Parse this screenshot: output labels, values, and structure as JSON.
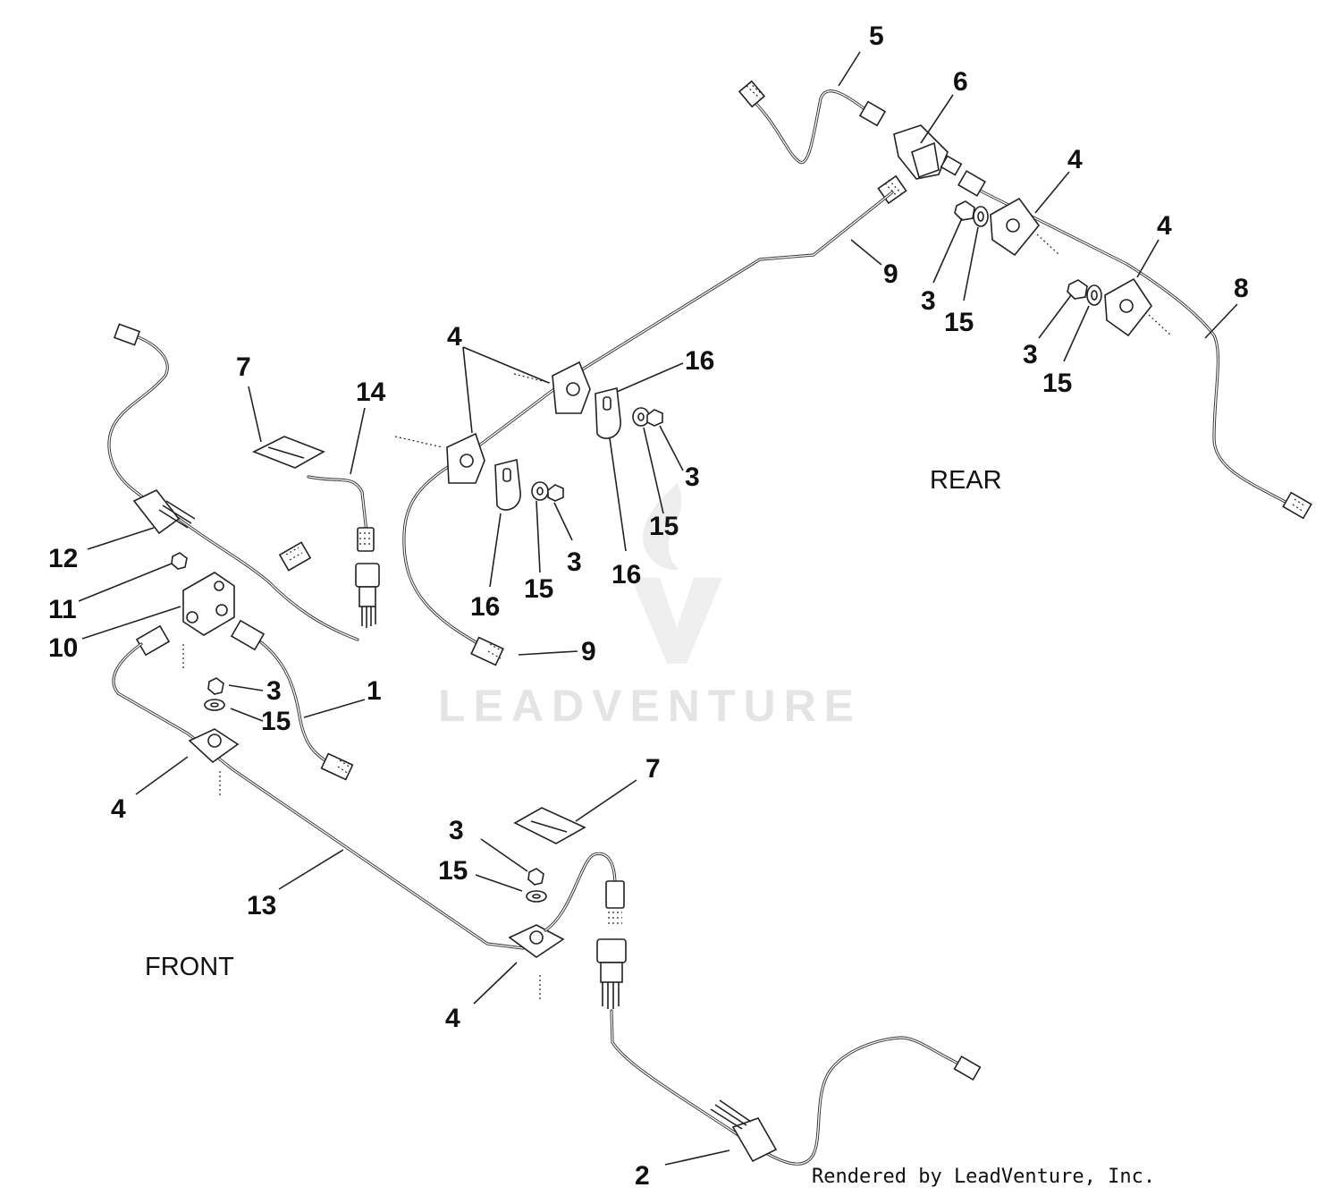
{
  "callouts": {
    "c5": "5",
    "c6": "6",
    "c4_rear1": "4",
    "c4_rear2": "4",
    "c9_top": "9",
    "c3_rear1": "3",
    "c15_rear1": "15",
    "c8": "8",
    "c3_rear2": "3",
    "c15_rear2": "15",
    "c4_mid": "4",
    "c16_top": "16",
    "c3_mid1": "3",
    "c15_mid1": "15",
    "c16_mid": "16",
    "c3_mid2": "3",
    "c15_mid2": "15",
    "c16_low": "16",
    "c9_low": "9",
    "c7_top": "7",
    "c14": "14",
    "c12": "12",
    "c11": "11",
    "c10": "10",
    "c3_front1": "3",
    "c15_front1": "15",
    "c1": "1",
    "c4_front1": "4",
    "c13": "13",
    "c7_low": "7",
    "c3_front2": "3",
    "c15_front2": "15",
    "c4_front2": "4",
    "c2": "2"
  },
  "labels": {
    "rear": "REAR",
    "front": "FRONT"
  },
  "watermark": {
    "text": "LEADVENTURE",
    "color": "#e4e4e4"
  },
  "credit": "Rendered by LeadVenture, Inc."
}
